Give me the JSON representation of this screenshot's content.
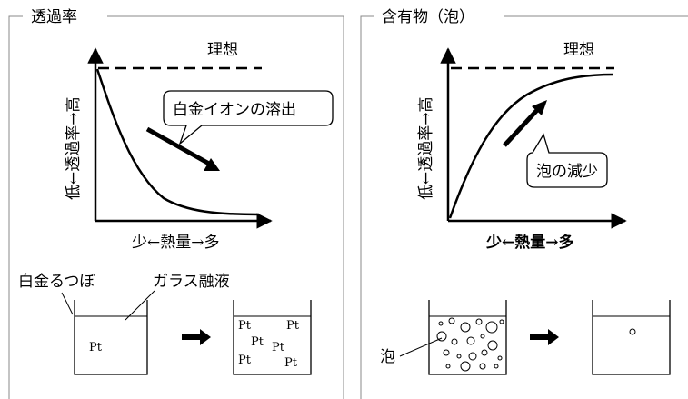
{
  "left_panel": {
    "title": "透過率",
    "ideal_label": "理想",
    "y_axis_label": "低←透過率→高",
    "x_axis_label": "少←熱量→多",
    "callout": "白金イオンの溶出",
    "crucible_label": "白金るつぼ",
    "melt_label": "ガラス融液",
    "pt_before": [
      "Pt"
    ],
    "pt_after": [
      "Pt",
      "Pt",
      "Pt",
      "Pt",
      "Pt",
      "Pt"
    ]
  },
  "right_panel": {
    "title": "含有物（泡）",
    "ideal_label": "理想",
    "y_axis_label": "低←透過率→高",
    "x_axis_label": "少←熱量→多",
    "callout": "泡の減少",
    "bubble_label": "泡"
  }
}
